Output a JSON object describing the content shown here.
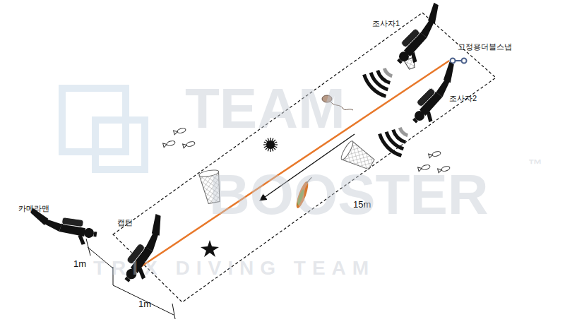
{
  "diagram": {
    "labels": [
      "조사자1",
      "고정용더블스냅",
      "조사자2",
      "카메라맨",
      "캡틴",
      "15m",
      "1m",
      "1m",
      "TEAM",
      "BOOSTER",
      "™",
      "TRIX DIVING TEAM"
    ]
  }
}
